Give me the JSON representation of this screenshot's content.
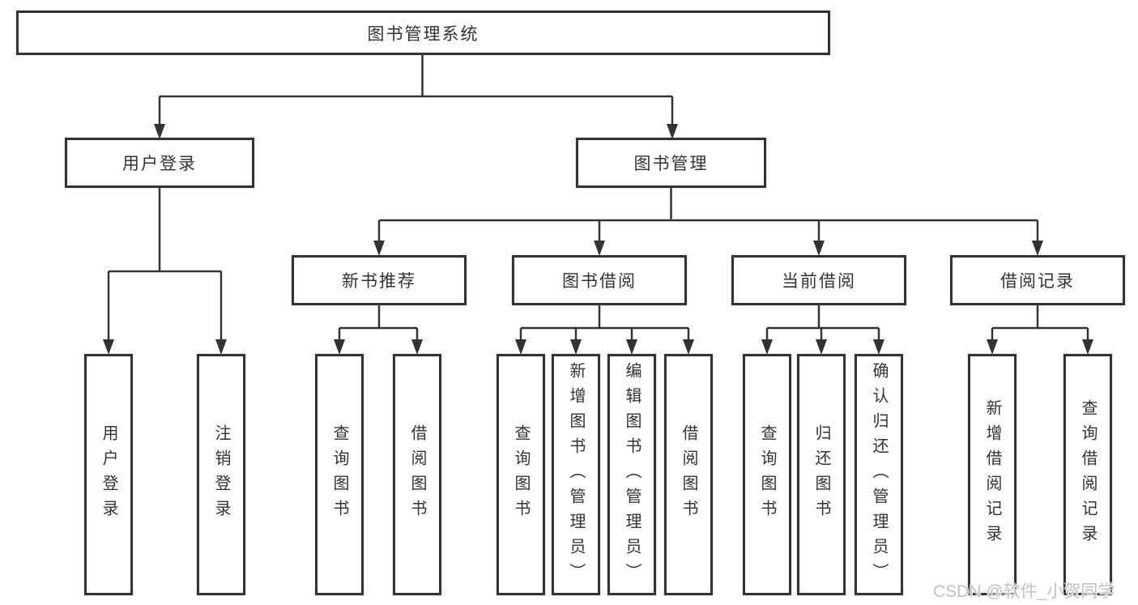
{
  "nodes": {
    "root": "图书管理系统",
    "user_login": "用户登录",
    "book_mgmt": "图书管理",
    "new_book_rec": "新书推荐",
    "book_borrow": "图书借阅",
    "current_borrow": "当前借阅",
    "borrow_record": "借阅记录",
    "leaf_user_login": "用户登录",
    "leaf_logout": "注销登录",
    "leaf_query_book_1": "查询图书",
    "leaf_borrow_book_1": "借阅图书",
    "leaf_query_book_2": "查询图书",
    "leaf_add_book": "新增图书（管理员）",
    "leaf_edit_book": "编辑图书（管理员）",
    "leaf_borrow_book_2": "借阅图书",
    "leaf_query_book_3": "查询图书",
    "leaf_return_book": "归还图书",
    "leaf_confirm_return": "确认归还（管理员）",
    "leaf_add_record": "新增借阅记录",
    "leaf_query_record": "查询借阅记录"
  },
  "hierarchy": {
    "title": "图书管理系统",
    "children": [
      {
        "label": "用户登录",
        "children": [
          "用户登录",
          "注销登录"
        ]
      },
      {
        "label": "图书管理",
        "children": [
          {
            "label": "新书推荐",
            "children": [
              "查询图书",
              "借阅图书"
            ]
          },
          {
            "label": "图书借阅",
            "children": [
              "查询图书",
              "新增图书（管理员）",
              "编辑图书（管理员）",
              "借阅图书"
            ]
          },
          {
            "label": "当前借阅",
            "children": [
              "查询图书",
              "归还图书",
              "确认归还（管理员）"
            ]
          },
          {
            "label": "借阅记录",
            "children": [
              "新增借阅记录",
              "查询借阅记录"
            ]
          }
        ]
      }
    ]
  },
  "colors": {
    "line": "#333333",
    "box_border": "#333333",
    "text": "#333333",
    "watermark": "#c2c2c2",
    "background": "#ffffff"
  },
  "watermark": "CSDN @软件_小贺同学"
}
